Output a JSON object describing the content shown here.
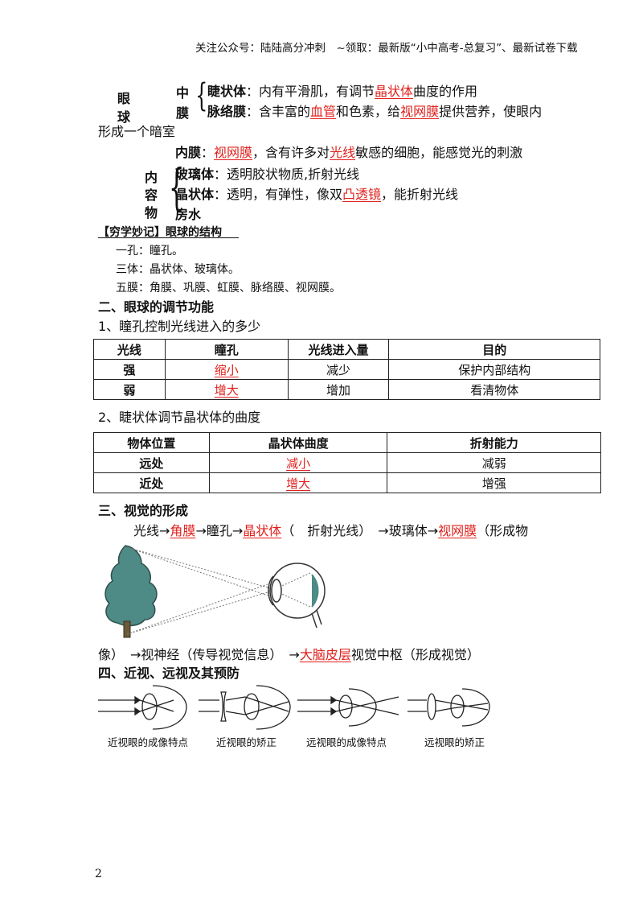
{
  "header": {
    "text": "关注公众号：陆陆高分冲刺　~领取：最新版“小中高考-总复习”、最新试卷下载"
  },
  "eyeball": {
    "label_eye": "眼",
    "label_ball": "球",
    "middle_label_1": "中",
    "middle_label_2": "膜",
    "ciliary": {
      "name": "睫状体",
      "pre": "：内有平滑肌，有调节",
      "key": "晶状体",
      "post": "曲度的作用"
    },
    "choroid": {
      "name": "脉络膜",
      "pre": "：含丰富的",
      "key1": "血管",
      "mid": "和色素，给",
      "key2": "视网膜",
      "post": "提供营养，使眼内"
    },
    "choroid_cont": "形成一个暗室",
    "inner": {
      "name": "内膜",
      "sep": "：",
      "key1": "视网膜",
      "pre": "，含有许多对",
      "key2": "光线",
      "post": "敏感的细胞，能感觉光的刺激"
    },
    "contents_1": "内",
    "contents_2": "容",
    "contents_3": "物",
    "vitreous": {
      "name": "玻璃体",
      "text": "：透明胶状物质,折射光线"
    },
    "lens": {
      "name": "晶状体",
      "pre": "：透明，有弹性，像双",
      "key": "凸透镜",
      "post": "，能折射光线"
    },
    "aqueous": "房水"
  },
  "mnemonic": {
    "title": "【穷学妙记】",
    "title_rest": "眼球的结构",
    "line1": "一孔：瞳孔。",
    "line2": "三体：晶状体、玻璃体。",
    "line3": "五膜：角膜、巩膜、虹膜、脉络膜、视网膜。"
  },
  "section2": {
    "title": "二、眼球的调节功能",
    "sub1": "1、瞳孔控制光线进入的多少",
    "table1": {
      "headers": [
        "光线",
        "瞳孔",
        "光线进入量",
        "目的"
      ],
      "rows": [
        [
          "强",
          "缩小",
          "减少",
          "保护内部结构"
        ],
        [
          "弱",
          "增大",
          "增加",
          "看清物体"
        ]
      ]
    },
    "sub2": "2、睫状体调节晶状体的曲度",
    "table2": {
      "headers": [
        "物体位置",
        "晶状体曲度",
        "折射能力"
      ],
      "rows": [
        [
          "远处",
          "减小",
          "减弱"
        ],
        [
          "近处",
          "增大",
          "增强"
        ]
      ]
    }
  },
  "section3": {
    "title": "三、视觉的形成",
    "p1": "光线→",
    "k1": "角膜",
    "p2": "→瞳孔→",
    "k2": "晶状体",
    "p3": "（　折射光线）　→玻璃体→",
    "k3": "视网膜",
    "p4": "（形成物",
    "q1": "像）　→视神经（传导视觉信息）　→",
    "k4": "大脑皮层",
    "q2": "视觉中枢（形成视觉）"
  },
  "section4": {
    "title": "四、近视、远视及其预防",
    "captions": [
      "近视眼的成像特点",
      "近视眼的矫正",
      "远视眼的成像特点",
      "远视眼的矫正"
    ]
  },
  "page_number": "2",
  "colors": {
    "key": "#e0201c",
    "tree": "#4e8a86",
    "trunk": "#6b5a3a"
  }
}
